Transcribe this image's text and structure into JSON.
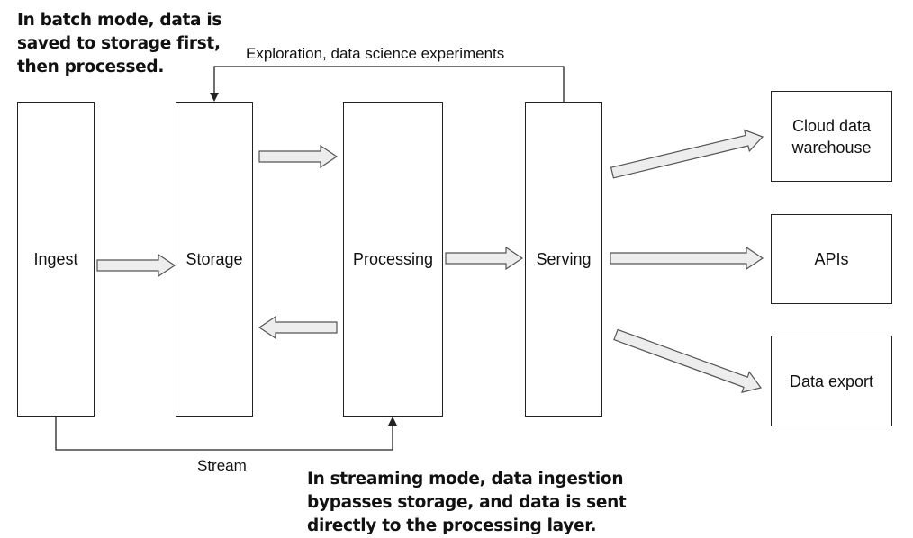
{
  "boxes": {
    "ingest": "Ingest",
    "storage": "Storage",
    "processing": "Processing",
    "serving": "Serving",
    "warehouse": "Cloud data\nwarehouse",
    "apis": "APIs",
    "export": "Data export"
  },
  "connectors": {
    "exploration_label": "Exploration, data science experiments",
    "stream_label": "Stream"
  },
  "notes": {
    "batch": [
      "In batch mode, data is",
      "saved to storage first,",
      "then processed."
    ],
    "streaming": [
      "In streaming mode, data ingestion",
      "bypasses storage, and data is sent",
      "directly to the processing layer."
    ]
  },
  "colors": {
    "outline": "#222222",
    "arrow_fill": "#ededed",
    "arrow_stroke": "#555555",
    "text": "#111111"
  }
}
